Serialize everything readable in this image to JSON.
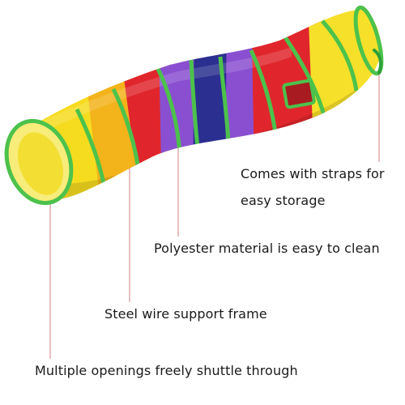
{
  "callouts": {
    "straps_line1": "Comes with straps for",
    "straps_line2": "easy storage",
    "polyester": "Polyester material is easy to clean",
    "steel": "Steel wire support frame",
    "openings": "Multiple openings freely shuttle through"
  },
  "colors": {
    "yellow": "#f6dc1f",
    "yellow_dark": "#e8b410",
    "red": "#e0262c",
    "purple": "#8a4fd0",
    "blue": "#2b2f8f",
    "green_trim": "#4cc24c",
    "leader_line": "#d08080",
    "text": "#1a1a1a"
  }
}
